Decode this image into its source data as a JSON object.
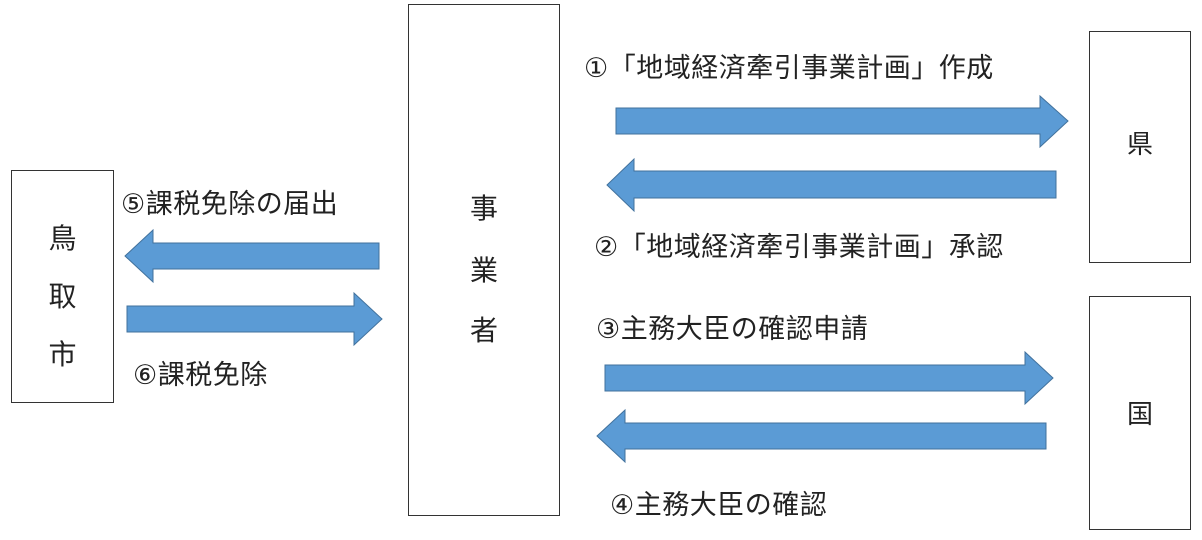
{
  "entities": {
    "city": {
      "chars": [
        "鳥",
        "取",
        "市"
      ]
    },
    "business": {
      "chars": [
        "事",
        "業",
        "者"
      ]
    },
    "prefecture": {
      "label": "県"
    },
    "nation": {
      "label": "国"
    }
  },
  "steps": {
    "step1": "①「地域経済牽引事業計画」作成",
    "step2": "②「地域経済牽引事業計画」承認",
    "step3": "③主務大臣の確認申請",
    "step4": "④主務大臣の確認",
    "step5": "⑤課税免除の届出",
    "step6": "⑥課税免除"
  },
  "colors": {
    "arrow_fill": "#5b9bd5",
    "arrow_stroke": "#41719c",
    "box_border": "#333333"
  }
}
